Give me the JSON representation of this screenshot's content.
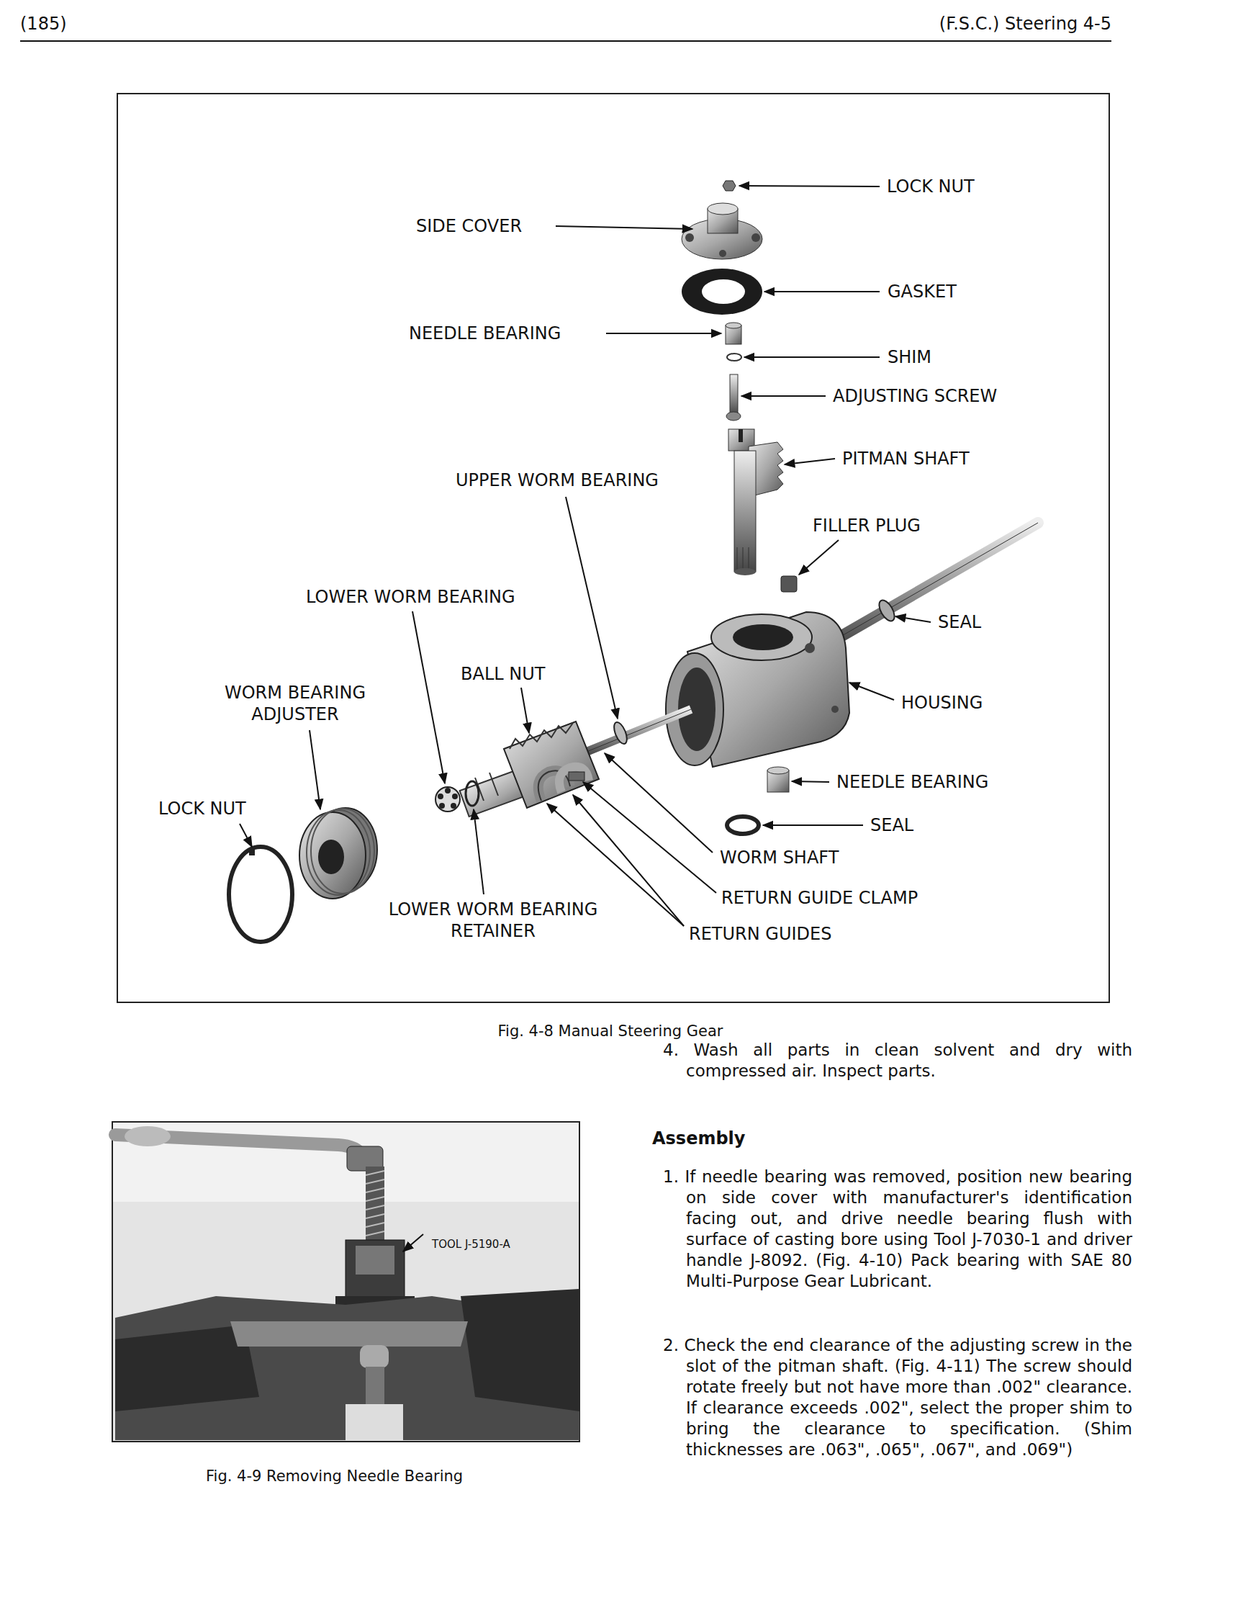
{
  "diagram": {
    "caption": "Fig. 4-8 Manual Steering Gear",
    "labels": [
      "(185)",
      "(F.S.C.) Steering 4-5",
      "LOCK NUT",
      "SIDE COVER",
      "GASKET",
      "NEEDLE BEARING",
      "SHIM",
      "ADJUSTING SCREW",
      "PITMAN SHAFT",
      "UPPER WORM BEARING",
      "FILLER PLUG",
      "LOWER WORM BEARING",
      "SEAL",
      "BALL NUT",
      "HOUSING",
      "WORM BEARING ADJUSTER",
      "NEEDLE BEARING",
      "LOCK NUT",
      "SEAL",
      "WORM SHAFT",
      "RETURN GUIDE CLAMP",
      "LOWER WORM BEARING RETAINER",
      "RETURN GUIDES",
      "4. Wash all parts in clean solvent and dry with compressed air. Inspect parts.",
      "TOOL J-5190-A",
      "Assembly",
      "1. If needle bearing was removed, position new bearing on side cover with manufacturer's identification facing out, and drive needle bearing flush with surface of casting bore using Tool J-7030-1 and driver handle J-8092. (Fig. 4-10) Pack bearing with SAE 80 Multi-Purpose Gear Lubricant.",
      "2. Check the end clearance of the adjusting screw in the slot of the pitman shaft. (Fig. 4-11) The screw should rotate freely but not have more than .002\" clearance. If clearance exceeds .002\", select the proper shim to bring the clearance to specification. (Shim thicknesses are .063\", .065\", .067\", and .069\")",
      "Fig. 4-9 Removing Needle Bearing"
    ]
  }
}
